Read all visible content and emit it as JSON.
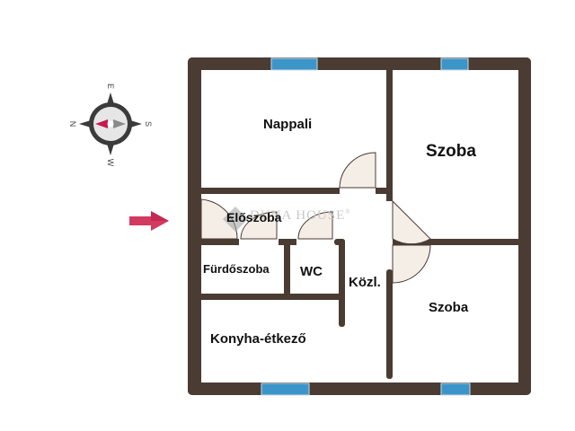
{
  "colors": {
    "wall": "#4a3b33",
    "window": "#3b95c9",
    "door_fill": "#f4eee6",
    "arrow": "#d23a5f",
    "compass_needle_north": "#c8194a",
    "compass_needle_south": "#8a8a8a"
  },
  "compass": {
    "labels": {
      "top": "E",
      "right": "S",
      "bottom": "W",
      "left": "N"
    }
  },
  "entrance_arrow": {
    "icon": "entrance-arrow-icon"
  },
  "watermark": {
    "text": "DUNA HOUSE",
    "mark": "®"
  },
  "rooms": [
    {
      "id": "nappali",
      "label": "Nappali"
    },
    {
      "id": "szoba-1",
      "label": "Szoba"
    },
    {
      "id": "eloszoba",
      "label": "Előszoba"
    },
    {
      "id": "furdoszoba",
      "label": "Fürdőszoba"
    },
    {
      "id": "wc",
      "label": "WC"
    },
    {
      "id": "kozl",
      "label": "Közl."
    },
    {
      "id": "szoba-2",
      "label": "Szoba"
    },
    {
      "id": "konyha",
      "label": "Konyha-étkező"
    }
  ]
}
